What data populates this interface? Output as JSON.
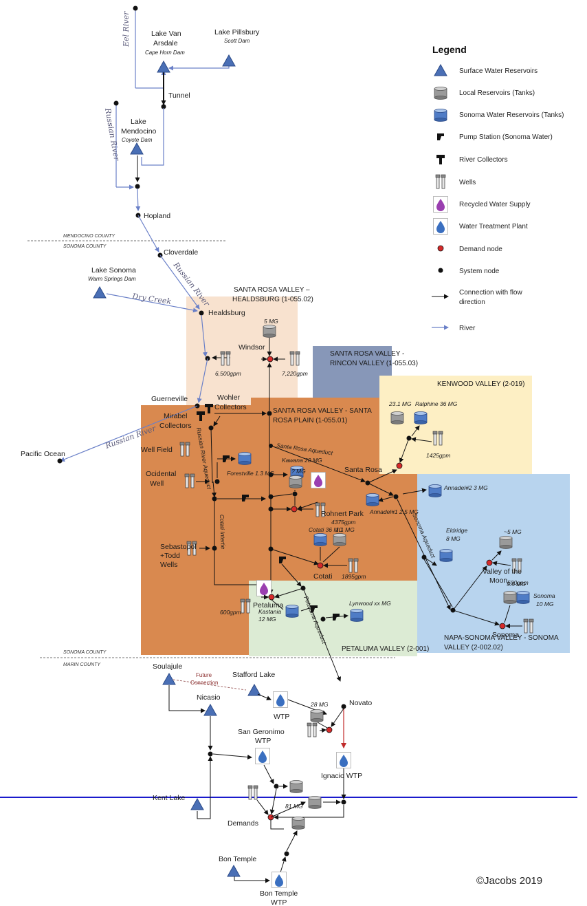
{
  "legend": {
    "title": "Legend",
    "items": [
      {
        "icon": "surface-reservoir-icon",
        "label": "Surface Water Reservoirs"
      },
      {
        "icon": "local-tank-icon",
        "label": "Local Reservoirs (Tanks)"
      },
      {
        "icon": "sonoma-tank-icon",
        "label": "Sonoma Water Reservoirs (Tanks)"
      },
      {
        "icon": "pump-station-icon",
        "label": "Pump Station (Sonoma Water)"
      },
      {
        "icon": "river-collector-icon",
        "label": "River Collectors"
      },
      {
        "icon": "wells-icon",
        "label": "Wells"
      },
      {
        "icon": "recycled-water-icon",
        "label": "Recycled Water Supply"
      },
      {
        "icon": "water-treatment-icon",
        "label": "Water Treatment Plant"
      },
      {
        "icon": "demand-node-icon",
        "label": "Demand node"
      },
      {
        "icon": "system-node-icon",
        "label": "System node"
      },
      {
        "icon": "flow-arrow-icon",
        "label": "Connection with flow",
        "label2": "direction"
      },
      {
        "icon": "river-arrow-icon",
        "label": "River"
      }
    ]
  },
  "colors": {
    "surface": "#4a6fb5",
    "river": "#6a80c8",
    "demand": "#d62a2a",
    "healdsburg": "#f8e2cf",
    "rincon": "#8797b8",
    "kenwood": "#fdefc4",
    "sonoma": "#b8d4ee",
    "santarosa": "#d9894f",
    "petaluma": "#dcebd4",
    "separator": "#1a1acc"
  },
  "basins": {
    "healdsburg": [
      "SANTA ROSA VALLEY –",
      "HEALDSBURG (1-055.02)"
    ],
    "rincon": [
      "SANTA ROSA VALLEY -",
      "RINCON VALLEY (1-055.03)"
    ],
    "kenwood": "KENWOOD VALLEY (2-019)",
    "santarosa": [
      "SANTA ROSA VALLEY - SANTA",
      "ROSA PLAIN (1-055.01)"
    ],
    "petaluma": "PETALUMA VALLEY (2-001)",
    "sonoma": [
      "NAPA-SONOMA VALLEY - SONOMA",
      "VALLEY (2-002.02)"
    ]
  },
  "counties": {
    "mendocino": "MENDOCINO COUNTY",
    "sonoma_top": "SONOMA COUNTY",
    "sonoma_bottom": "SONOMA COUNTY",
    "marin": "MARIN COUNTY"
  },
  "rivers": {
    "eel": "Eel River",
    "russian1": "Russian River",
    "russian2": "Russian River",
    "dry": "Dry Creek",
    "russian3": "Russian River"
  },
  "aqueducts": {
    "russian": "Russian River Aqueduct",
    "cotati": "Cotati Intertie",
    "santarosa": "Santa Rosa Aqueduct",
    "sonoma": "Sonoma Aqueduct",
    "petaluma": "Petaluma Aqueduct"
  },
  "labels": {
    "vanarsdale": [
      "Lake Van",
      "Arsdale"
    ],
    "capehorn": "Cape Horn Dam",
    "pillsbury": "Lake Pillsbury",
    "scott": "Scott Dam",
    "tunnel": "Tunnel",
    "mendocino": [
      "Lake",
      "Mendocino"
    ],
    "coyote": "Coyote Dam",
    "hopland": "Hopland",
    "cloverdale": "Cloverdale",
    "sonoma_lake": "Lake Sonoma",
    "warmsprings": "Warm Springs Dam",
    "healdsburg": "Healdsburg",
    "windsor": "Windsor",
    "mg5": "5 MG",
    "gpm6500": "6,500gpm",
    "gpm7220": "7,220gpm",
    "guerneville": "Guerneville",
    "wohler": [
      "Wohler",
      "Collectors"
    ],
    "mirabel": [
      "Mirabel",
      "Collectors"
    ],
    "pacific": "Pacific Ocean",
    "wellfield": "Well Field",
    "ocidental": [
      "Ocidental",
      "Well"
    ],
    "forestville": "Forestville 1.3 MG",
    "kawana": "Kawana 20 MG",
    "santarosa": "Santa Rosa",
    "qmg": "? MG",
    "rohnert": "Rohnert Park",
    "gpm4375": "4375gpm",
    "sebastopol": [
      "Sebastopol",
      "+Todd",
      "Wells"
    ],
    "cotati36": "Cotati 36 MG",
    "mg11": "1.1 MG",
    "cotati": "Cotati",
    "gpm1895": "1895gpm",
    "petaluma": "Petaluma",
    "gpm600": "600gpm",
    "kastania": [
      "Kastania",
      "12 MG"
    ],
    "lynwood": "Lynwood xx MG",
    "mg231": "23.1 MG",
    "ralphine": "Ralphine 36 MG",
    "gpm1425": "1425gpm",
    "annadel2": "Annadel#2 3 MG",
    "annadel1": "Annadel#1 2.5 MG",
    "eldridge": [
      "Eldridge",
      "8 MG"
    ],
    "mg5b": "~5 MG",
    "valleymoon": [
      "Valley of the",
      "Moon"
    ],
    "gpm500": "500gpm",
    "mg55": "5.5 MG",
    "sonomatank": [
      "Sonoma",
      "10 MG"
    ],
    "sonoma": "Sonoma",
    "soulajule": "Soulajule",
    "future": [
      "Future",
      "Connection"
    ],
    "stafford": "Stafford Lake",
    "nicasio": "Nicasio",
    "wtp": "WTP",
    "novato": "Novato",
    "mg28": "28 MG",
    "sangeronimo": [
      "San Geronimo",
      "WTP"
    ],
    "ignacio": "Ignacio WTP",
    "mg81": "81 MG",
    "kentlake": "Kent Lake",
    "demands": "Demands",
    "bontemple": "Bon Temple",
    "bontemplewtp": [
      "Bon Temple",
      "WTP"
    ]
  },
  "credit": "©Jacobs 2019"
}
